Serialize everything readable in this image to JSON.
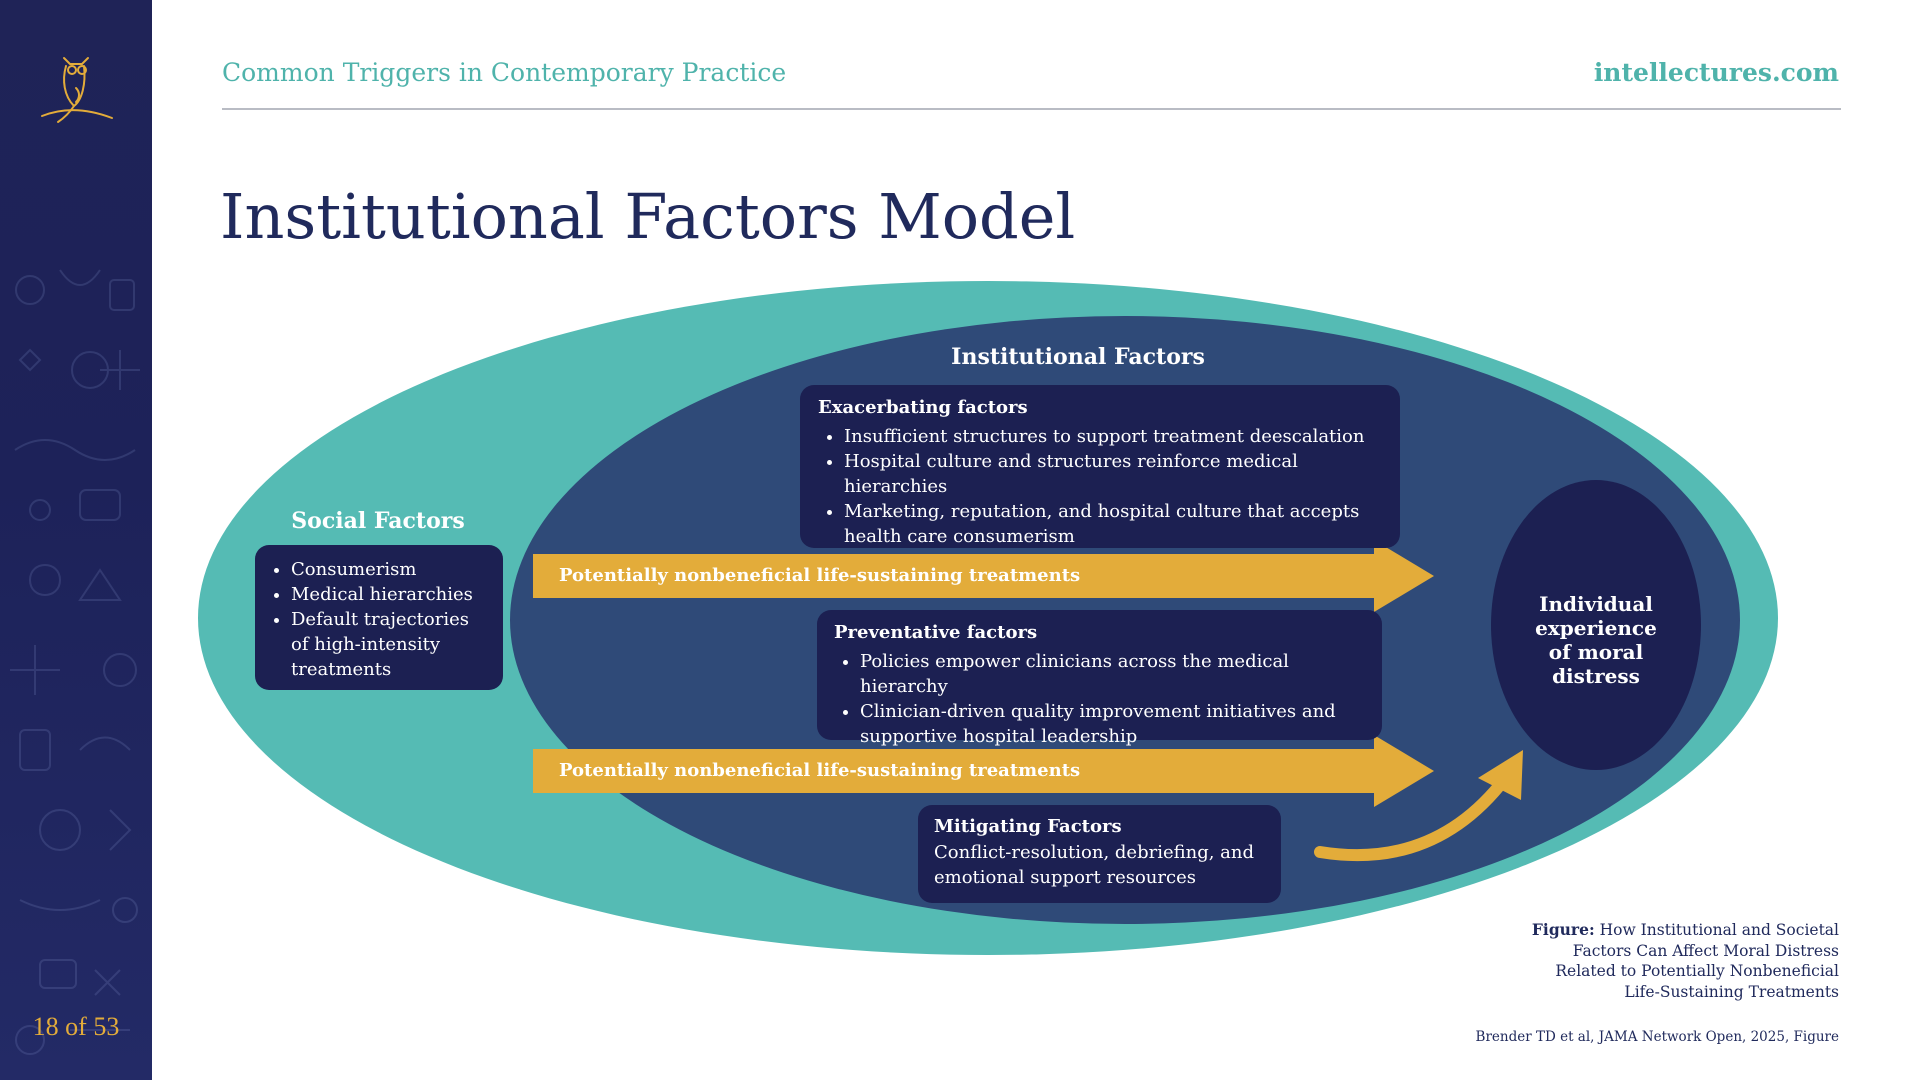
{
  "header": {
    "section_title": "Common Triggers in Contemporary Practice",
    "site": "intellectures.com"
  },
  "slide": {
    "title": "Institutional Factors Model",
    "page_number": "18 of 53"
  },
  "colors": {
    "navy": "#1c2052",
    "teal": "#55bbb4",
    "inner_blue": "#2f4a78",
    "gold": "#e3ac3a",
    "header_teal": "#4fb3ab"
  },
  "diagram": {
    "social": {
      "title": "Social Factors",
      "items": [
        "Consumerism",
        "Medical hierarchies",
        "Default trajectories of high-intensity treatments"
      ]
    },
    "institutional": {
      "title": "Institutional Factors",
      "exacerbating": {
        "title": "Exacerbating factors",
        "items": [
          "Insufficient structures to support treatment deescalation",
          "Hospital culture and structures reinforce medical hierarchies",
          "Marketing, reputation, and hospital culture that accepts health care consumerism"
        ]
      },
      "preventative": {
        "title": "Preventative factors",
        "items": [
          "Policies empower clinicians across the medical hierarchy",
          "Clinician-driven quality improvement initiatives and supportive hospital leadership"
        ]
      },
      "mitigating": {
        "title": "Mitigating Factors",
        "text": "Conflict-resolution, debriefing, and emotional support resources"
      }
    },
    "arrows": {
      "top_label": "Potentially nonbeneficial life-sustaining treatments",
      "bottom_label": "Potentially nonbeneficial life-sustaining treatments"
    },
    "individual": {
      "text": "Individual experience of moral distress"
    }
  },
  "caption": {
    "label": "Figure:",
    "text": "How Institutional and Societal Factors Can Affect Moral Distress Related to Potentially Nonbeneficial Life-Sustaining Treatments"
  },
  "citation": "Brender TD et al, JAMA Network Open, 2025, Figure"
}
